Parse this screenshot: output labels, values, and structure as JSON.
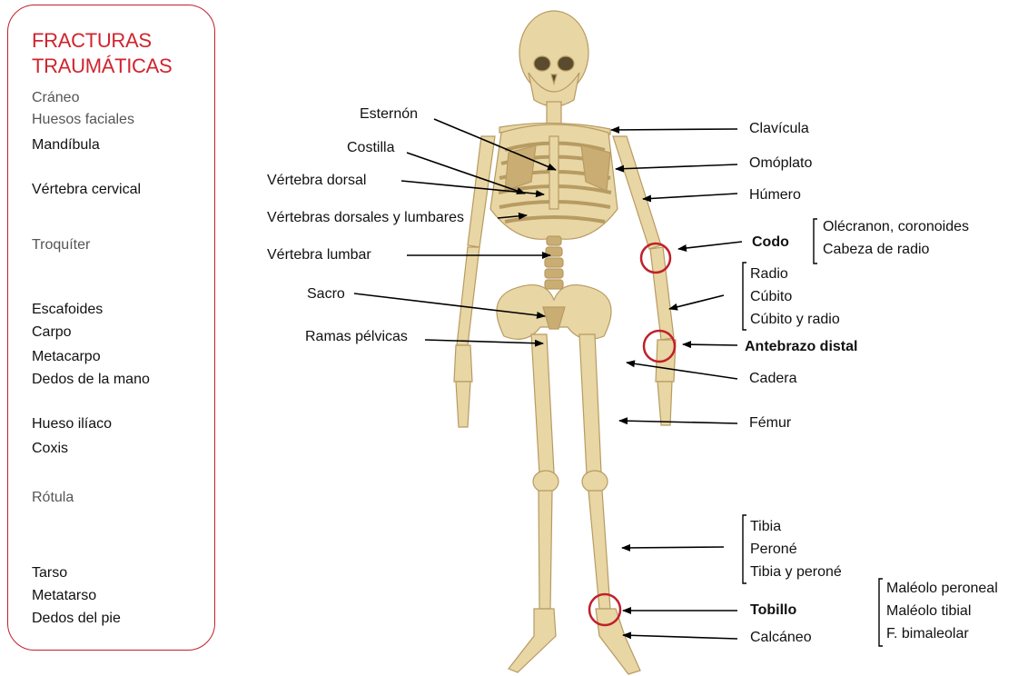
{
  "sidebar": {
    "title_line1": "FRACTURAS",
    "title_line2": "TRAUMÁTICAS",
    "items": [
      {
        "label": "Cráneo",
        "muted": true
      },
      {
        "label": "Huesos faciales",
        "muted": true
      },
      {
        "label": "Mandíbula",
        "muted": false
      },
      {
        "label": "Vértebra cervical",
        "muted": false
      },
      {
        "label": "Troquíter",
        "muted": true
      },
      {
        "label": "Escafoides",
        "muted": false
      },
      {
        "label": "Carpo",
        "muted": false
      },
      {
        "label": "Metacarpo",
        "muted": false
      },
      {
        "label": "Dedos de la mano",
        "muted": false
      },
      {
        "label": "Hueso ilíaco",
        "muted": false
      },
      {
        "label": "Coxis",
        "muted": false
      },
      {
        "label": "Rótula",
        "muted": true
      },
      {
        "label": "Tarso",
        "muted": false
      },
      {
        "label": "Metatarso",
        "muted": false
      },
      {
        "label": "Dedos del pie",
        "muted": false
      }
    ]
  },
  "left_labels": {
    "esternon": "Esternón",
    "costilla": "Costilla",
    "vertebra_dorsal": "Vértebra dorsal",
    "vertebras_dorsales_lumbares": "Vértebras dorsales y lumbares",
    "vertebra_lumbar": "Vértebra lumbar",
    "sacro": "Sacro",
    "ramas_pelvicas": "Ramas pélvicas"
  },
  "right_labels": {
    "clavicula": "Clavícula",
    "omoplato": "Omóplato",
    "humero": "Húmero",
    "codo": "Codo",
    "codo_sub": [
      "Olécranon, coronoides",
      "Cabeza de radio"
    ],
    "antebrazo_sub": [
      "Radio",
      "Cúbito",
      "Cúbito y radio"
    ],
    "antebrazo_distal": "Antebrazo distal",
    "cadera": "Cadera",
    "femur": "Fémur",
    "pierna_sub": [
      "Tibia",
      "Peroné",
      "Tibia y peroné"
    ],
    "tobillo": "Tobillo",
    "tobillo_sub": [
      "Maléolo peroneal",
      "Maléolo tibial",
      "F. bimaleolar"
    ],
    "calcaneo": "Calcáneo"
  },
  "colors": {
    "accent": "#c0202a",
    "bone": "#e8d6a4",
    "bone_dark": "#c9ad72"
  }
}
